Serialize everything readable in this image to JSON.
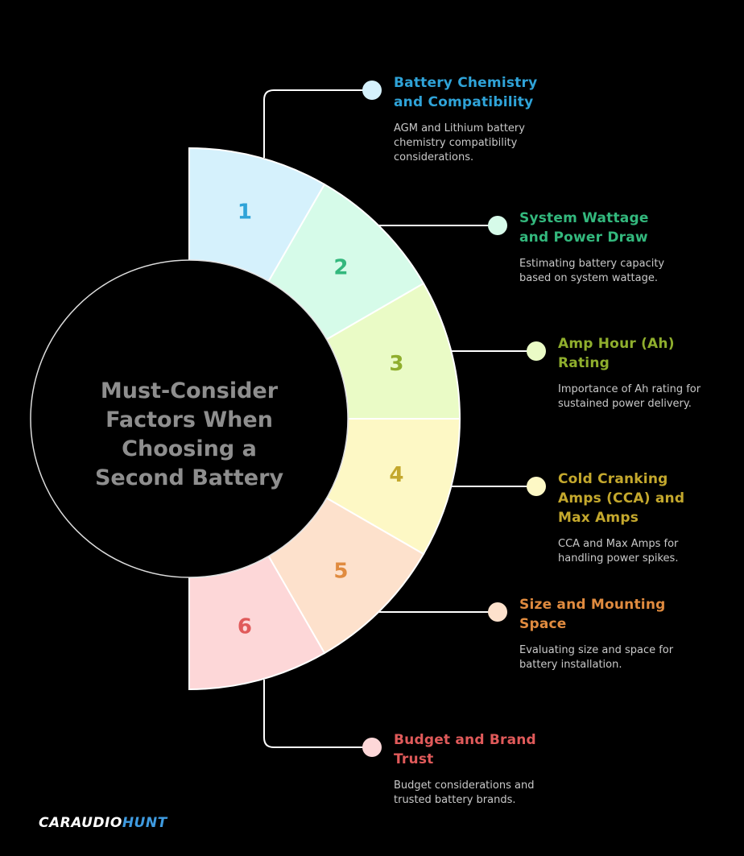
{
  "center": {
    "lines": [
      "Must-Consider",
      "Factors When",
      "Choosing a",
      "Second Battery"
    ]
  },
  "factors": [
    {
      "number": "1",
      "title": "Battery Chemistry and Compatibility",
      "description": "AGM and Lithium battery chemistry compatibility considerations.",
      "fill": "#d5f1fc",
      "accent": "#2fa3d8"
    },
    {
      "number": "2",
      "title": "System Wattage and Power Draw",
      "description": "Estimating battery capacity based on system wattage.",
      "fill": "#d6fbe9",
      "accent": "#33b87d"
    },
    {
      "number": "3",
      "title": "Amp Hour (Ah) Rating",
      "description": "Importance of Ah rating for sustained power delivery.",
      "fill": "#eafbc6",
      "accent": "#8fae2d"
    },
    {
      "number": "4",
      "title": "Cold Cranking Amps (CCA) and Max Amps",
      "description": "CCA and Max Amps for handling power spikes.",
      "fill": "#fdf8c5",
      "accent": "#c4a82d"
    },
    {
      "number": "5",
      "title": "Size and Mounting Space",
      "description": "Evaluating size and space for battery installation.",
      "fill": "#fde1cc",
      "accent": "#e08b3f"
    },
    {
      "number": "6",
      "title": "Budget and Brand Trust",
      "description": "Budget considerations and trusted battery brands.",
      "fill": "#fdd7d8",
      "accent": "#e05a5a"
    }
  ],
  "logo": {
    "part1": "CARAUDIO",
    "part2": "HUNT"
  }
}
